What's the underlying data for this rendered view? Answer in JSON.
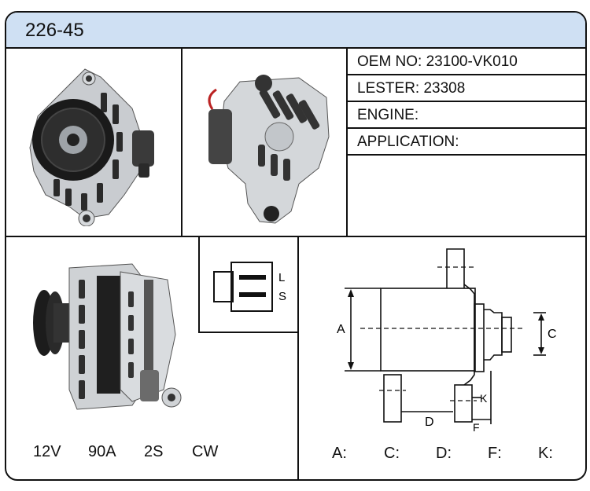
{
  "part_number": "226-45",
  "oem_no": "OEM NO: 23100-VK010",
  "lester": "LESTER: 23308",
  "engine": "ENGINE:",
  "application": "APPLICATION:",
  "connector": {
    "pin_top": "L",
    "pin_bottom": "S"
  },
  "specs": {
    "voltage": "12V",
    "amperage": "90A",
    "pulley": "2S",
    "rotation": "CW"
  },
  "dimension_labels": {
    "a": "A:",
    "c": "C:",
    "d": "D:",
    "f": "F:",
    "k": "K:"
  },
  "diagram_markers": {
    "a": "A",
    "c": "C",
    "d": "D",
    "f": "F",
    "k": "K"
  }
}
